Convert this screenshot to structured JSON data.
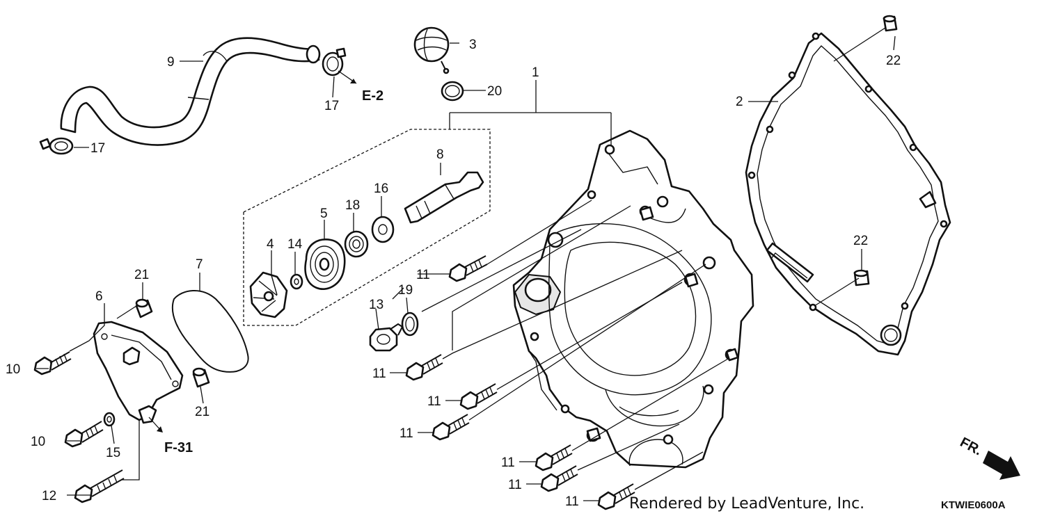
{
  "diagram": {
    "callouts": [
      {
        "key": "c1",
        "text": "1"
      },
      {
        "key": "c2",
        "text": "2"
      },
      {
        "key": "c3",
        "text": "3"
      },
      {
        "key": "c4",
        "text": "4"
      },
      {
        "key": "c5",
        "text": "5"
      },
      {
        "key": "c6",
        "text": "6"
      },
      {
        "key": "c7",
        "text": "7"
      },
      {
        "key": "c8",
        "text": "8"
      },
      {
        "key": "c9",
        "text": "9"
      },
      {
        "key": "c10a",
        "text": "10"
      },
      {
        "key": "c10b",
        "text": "10"
      },
      {
        "key": "c11a",
        "text": "11"
      },
      {
        "key": "c11b",
        "text": "11"
      },
      {
        "key": "c11c",
        "text": "11"
      },
      {
        "key": "c11d",
        "text": "11"
      },
      {
        "key": "c11e",
        "text": "11"
      },
      {
        "key": "c11f",
        "text": "11"
      },
      {
        "key": "c11g",
        "text": "11"
      },
      {
        "key": "c12",
        "text": "12"
      },
      {
        "key": "c13",
        "text": "13"
      },
      {
        "key": "c14",
        "text": "14"
      },
      {
        "key": "c15",
        "text": "15"
      },
      {
        "key": "c16",
        "text": "16"
      },
      {
        "key": "c17a",
        "text": "17"
      },
      {
        "key": "c17b",
        "text": "17"
      },
      {
        "key": "c18",
        "text": "18"
      },
      {
        "key": "c19",
        "text": "19"
      },
      {
        "key": "c20",
        "text": "20"
      },
      {
        "key": "c21a",
        "text": "21"
      },
      {
        "key": "c21b",
        "text": "21"
      },
      {
        "key": "c22a",
        "text": "22"
      },
      {
        "key": "c22b",
        "text": "22"
      }
    ],
    "references": [
      {
        "key": "e2",
        "text": "E-2"
      },
      {
        "key": "f31",
        "text": "F-31"
      }
    ],
    "direction_label": "FR.",
    "credit": "Rendered by LeadVenture, Inc.",
    "diagram_code": "KTWIE0600A",
    "icons": [
      "direction-arrow-icon"
    ]
  }
}
